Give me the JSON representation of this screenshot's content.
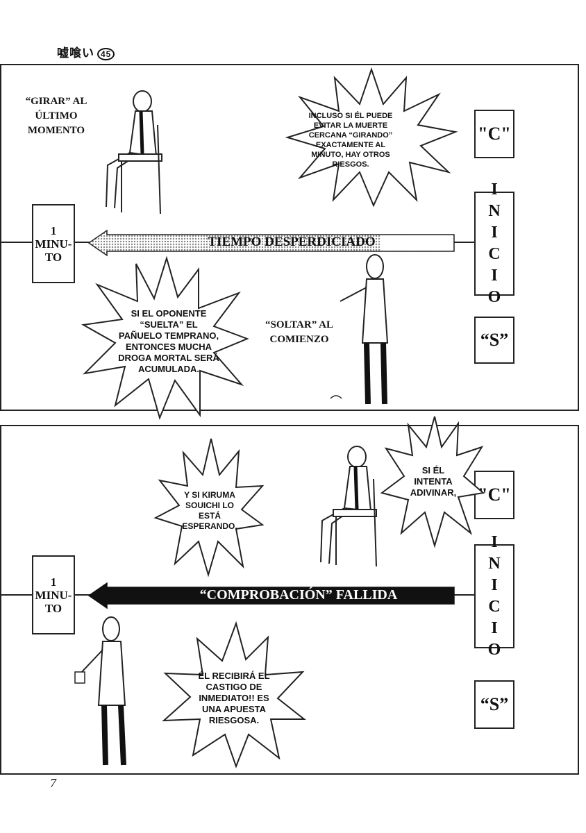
{
  "header": {
    "title": "嘘喰い",
    "volume": "45"
  },
  "page_number": "7",
  "panel_top": {
    "caption_girar": "“GIRAR” AL ÚLTIMO MOMENTO",
    "caption_soltar": "“SOLTAR” AL COMIENZO",
    "bubble_1": "INCLUSO SI ÉL PUEDE EVITAR LA MUERTE CERCANA “GIRANDO” EXACTAMENTE AL MINUTO, HAY OTROS RIESGOS.",
    "bubble_2": "SI EL OPONENTE “SUELTA” EL PAÑUELO TEMPRANO, ENTONCES MUCHA DROGA MORTAL SERÁ ACUMULADA.",
    "label_c": "\"C\"",
    "label_s": "“S”",
    "minuto_lines": [
      "1",
      "MINU-",
      "TO"
    ],
    "inicio_letters": [
      "I",
      "N",
      "I",
      "C",
      "I",
      "O"
    ],
    "arrow_label": "TIEMPO DESPERDICIADO"
  },
  "panel_bottom": {
    "bubble_1": "SI ÉL INTENTA ADIVINAR,",
    "bubble_2": "Y SI KIRUMA SOUICHI LO ESTÁ ESPERANDO,",
    "bubble_3": "ÉL RECIBIRÁ EL CASTIGO DE INMEDIATO!! ES UNA APUESTA RIESGOSA.",
    "label_c": "\"C\"",
    "label_s": "“S”",
    "minuto_lines": [
      "1",
      "MINU-",
      "TO"
    ],
    "inicio_letters": [
      "I",
      "N",
      "I",
      "C",
      "I",
      "O"
    ],
    "arrow_label": "“COMPROBACIÓN” FALLIDA"
  },
  "colors": {
    "ink": "#111111",
    "paper": "#ffffff",
    "screentone": "#bdbdbd",
    "arrow_dark": "#111111"
  }
}
